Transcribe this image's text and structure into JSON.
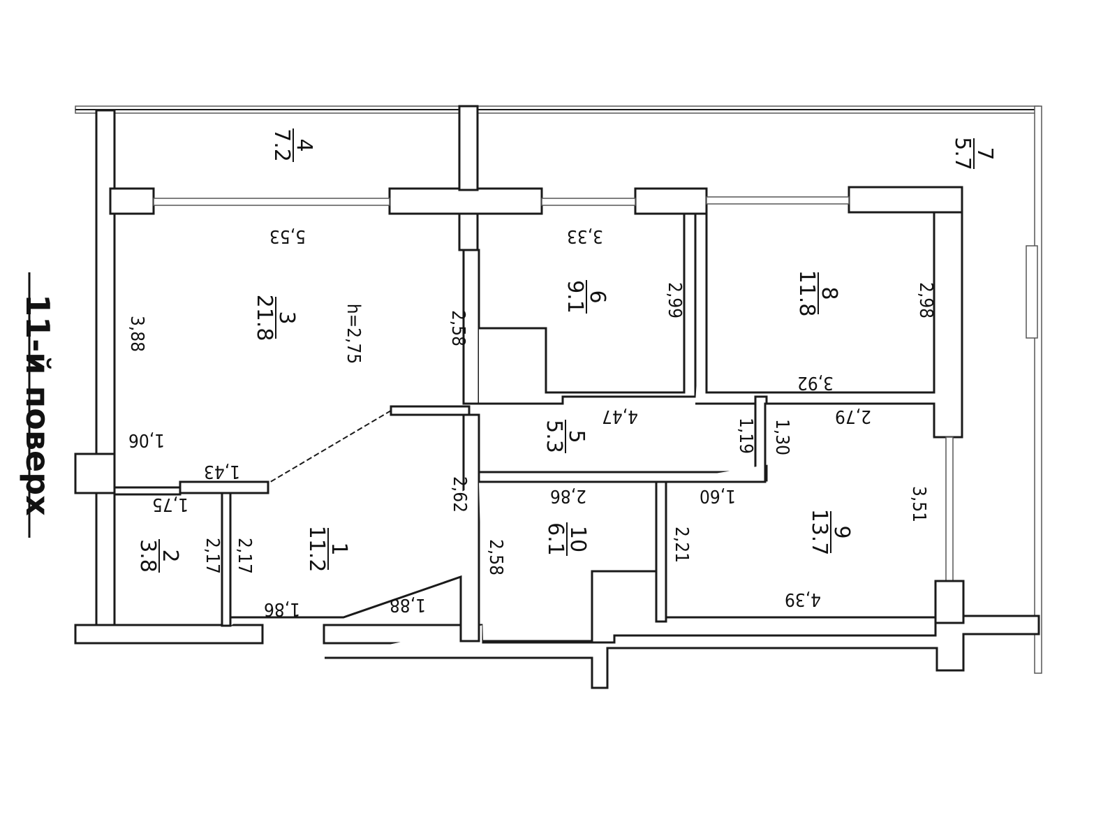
{
  "title": "11-й поверх",
  "height_note": "h=2,75",
  "rooms": [
    {
      "number": "1",
      "area": "11.2"
    },
    {
      "number": "2",
      "area": "3.8"
    },
    {
      "number": "3",
      "area": "21.8"
    },
    {
      "number": "4",
      "area": "7.2"
    },
    {
      "number": "5",
      "area": "5.3"
    },
    {
      "number": "6",
      "area": "9.1"
    },
    {
      "number": "7",
      "area": "5.7"
    },
    {
      "number": "8",
      "area": "11.8"
    },
    {
      "number": "9",
      "area": "13.7"
    },
    {
      "number": "10",
      "area": "6.1"
    }
  ],
  "dimensions": {
    "d553": "5,53",
    "d388": "3,88",
    "d258a": "2,58",
    "d106": "1,06",
    "d143": "1,43",
    "d175": "1,75",
    "d217a": "2,17",
    "d217b": "2,17",
    "d262": "2,62",
    "d186": "1,86",
    "d188": "1,88",
    "d333": "3,33",
    "d299": "2,99",
    "d298": "2,98",
    "d392": "3,92",
    "d447": "4,47",
    "d119": "1,19",
    "d130": "1,30",
    "d279": "2,79",
    "d286": "2,86",
    "d160": "1,60",
    "d258b": "2,58",
    "d221": "2,21",
    "d351": "3,51",
    "d439": "4,39"
  }
}
